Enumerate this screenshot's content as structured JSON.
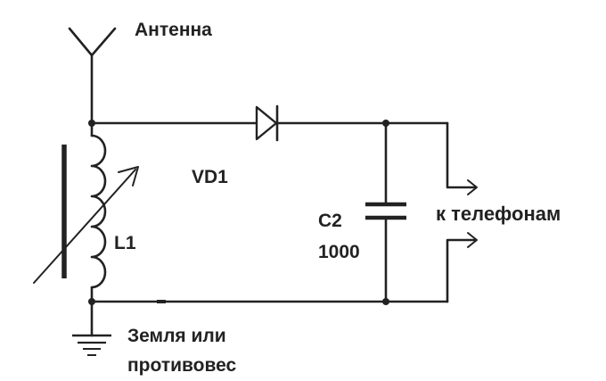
{
  "labels": {
    "antenna": "Антенна",
    "diode": "VD1",
    "coil": "L1",
    "capacitor_name": "C2",
    "capacitor_value": "1000",
    "output": "к  телефонам",
    "ground_line1": "Земля или",
    "ground_line2": "противовес"
  },
  "colors": {
    "ink": "#222222",
    "background": "#ffffff"
  }
}
